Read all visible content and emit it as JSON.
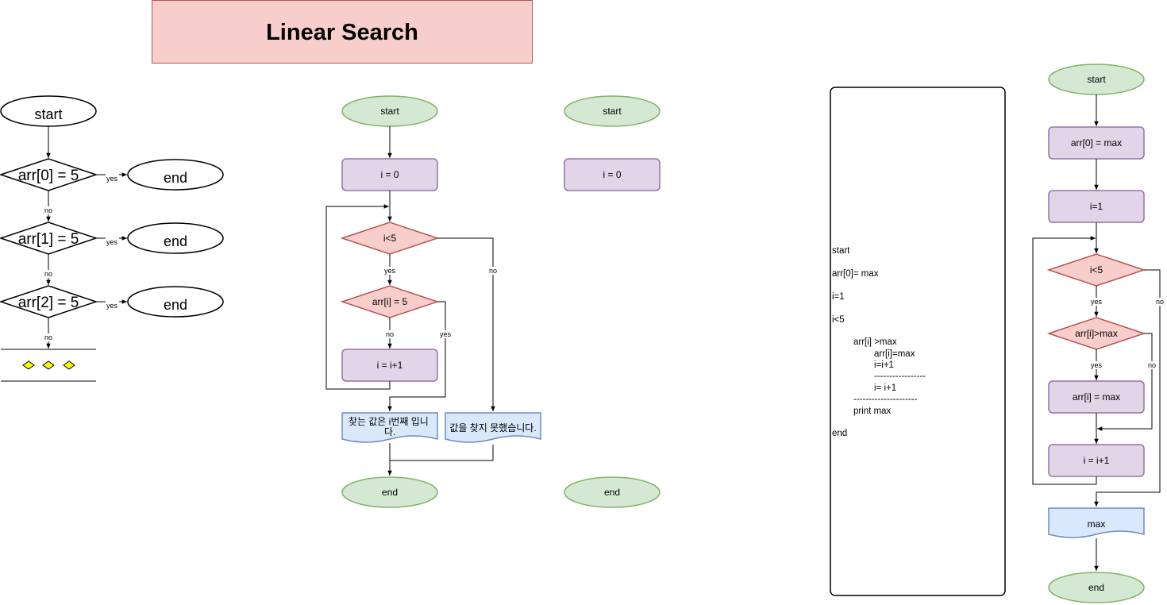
{
  "title": "Linear Search",
  "flow1": {
    "start": "start",
    "cond0": "arr[0] = 5",
    "cond1": "arr[1] = 5",
    "cond2": "arr[2] = 5",
    "end0": "end",
    "end1": "end",
    "end2": "end",
    "yes": "yes",
    "no": "no",
    "ellipsis_color": "#ffff00"
  },
  "flow2": {
    "start": "start",
    "init": "i = 0",
    "cond": "i<5",
    "check": "arr[i] = 5",
    "inc": "i = i+1",
    "found": "찾는 값은 i번째 입니다.",
    "notfound": "값을 찾지 못했습니다.",
    "end": "end",
    "yes": "yes",
    "no": "no"
  },
  "flow3": {
    "start": "start",
    "init": "i = 0",
    "end": "end"
  },
  "pseudocode": [
    "start",
    "arr[0]= max",
    "i=1",
    "i<5",
    "arr[i] >max",
    "arr[i]=max",
    "i=i+1",
    "-----------------",
    "i= i+1",
    "---------------------",
    "print max",
    "end"
  ],
  "flow4": {
    "start": "start",
    "init": "arr[0] = max",
    "i1": "i=1",
    "cond": "i<5",
    "cmp": "arr[i]>max",
    "assign": "arr[i] = max",
    "inc": "i = i+1",
    "out": "max",
    "end": "end",
    "yes": "yes",
    "no": "no"
  },
  "colors": {
    "green_fill": "#d5e8d4",
    "green_stroke": "#82b366",
    "purple_fill": "#e1d5e7",
    "purple_stroke": "#9673a6",
    "red_fill": "#f8cecc",
    "red_stroke": "#b85450",
    "blue_fill": "#dae8fc",
    "blue_stroke": "#6c8ebf"
  }
}
